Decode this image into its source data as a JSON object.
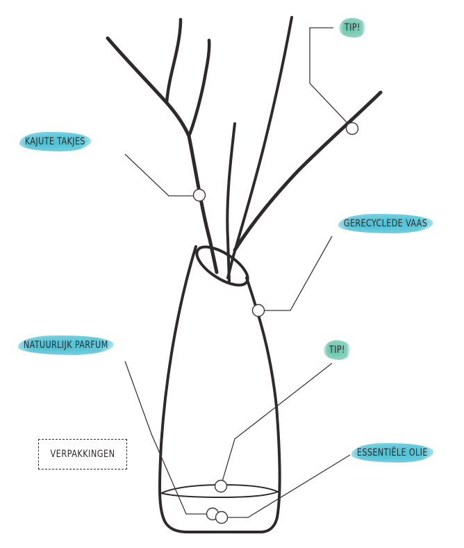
{
  "labels": {
    "kajute_takjes": "KAJUTE TAKJES",
    "tip_top": "TIP!",
    "gerecyclede_vaas": "GERECYCLEDE VAAS",
    "natuurlijk_parfum": "NATUURLIJK PARFUM",
    "tip_middle": "TIP!",
    "essentiele_olie": "ESSENTIËLE OLIE",
    "verpakkingen": "VERPAKKINGEN"
  },
  "colors": {
    "ink": "#2e2a2b",
    "wash_blue": "#4fc0d4",
    "wash_green": "#62c2a5",
    "background": "#ffffff"
  }
}
